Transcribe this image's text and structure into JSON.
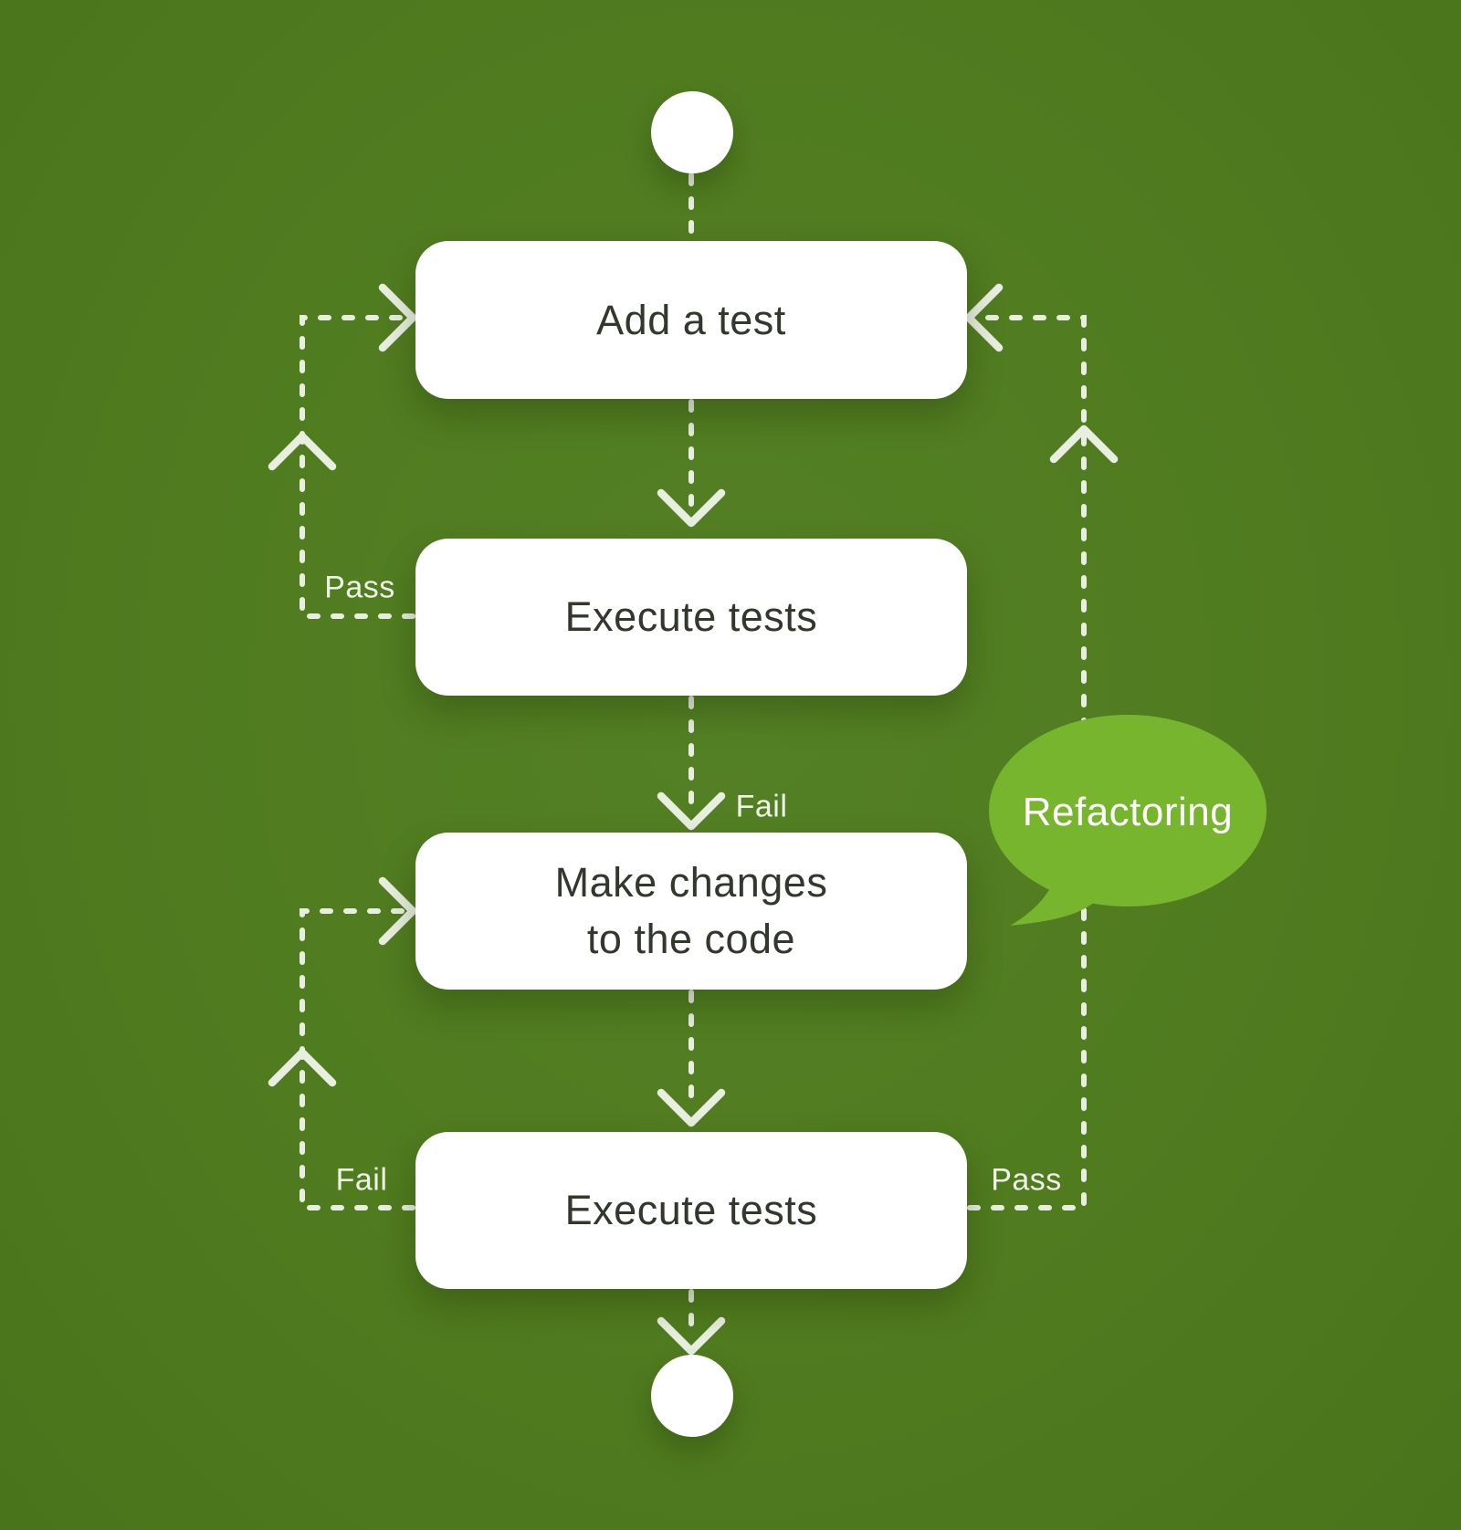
{
  "diagram": {
    "type": "tdd-activity-flowchart",
    "nodes": {
      "add_test": {
        "lines": [
          "Add a test"
        ]
      },
      "execute_tests_1": {
        "lines": [
          "Execute tests"
        ]
      },
      "make_changes": {
        "lines": [
          "Make changes",
          "to the code"
        ]
      },
      "execute_tests_2": {
        "lines": [
          "Execute tests"
        ]
      }
    },
    "edge_labels": {
      "pass_left": "Pass",
      "fail_center": "Fail",
      "fail_left": "Fail",
      "pass_right": "Pass"
    },
    "bubble": {
      "label": "Refactoring"
    },
    "colors": {
      "background": "#507b1f",
      "node_fill": "#ffffff",
      "node_text": "#32382c",
      "connector": "#e9efe0",
      "edge_label_text": "#f0f4e8",
      "bubble_fill": "#78b52f",
      "bubble_text": "#ffffff"
    }
  }
}
